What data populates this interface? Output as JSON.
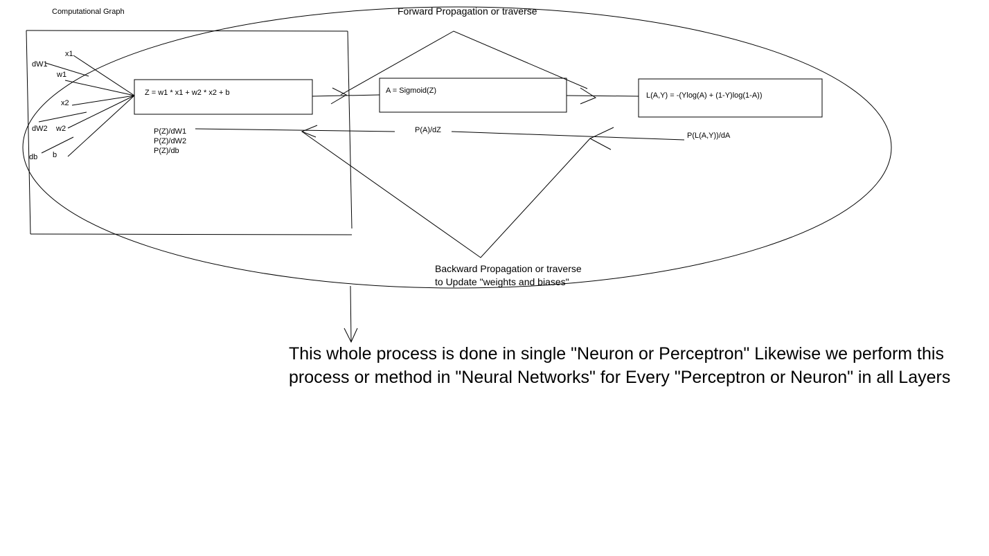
{
  "diagram": {
    "title": "Computational Graph",
    "forward_label": "Forward Propagation or traverse",
    "backward_label_line1": "Backward Propagation or traverse",
    "backward_label_line2": "to Update \"weights and biases\"",
    "inputs": {
      "x1": "x1",
      "dW1": "dW1",
      "w1": "w1",
      "x2": "x2",
      "dW2": "dW2",
      "w2": "w2",
      "db": "db",
      "b": "b"
    },
    "nodes": {
      "z_box": "Z = w1 * x1 + w2 * x2 + b",
      "a_box": "A = Sigmoid(Z)",
      "loss_box": "L(A,Y) = -(Ylog(A) + (1-Y)log(1-A))"
    },
    "gradients": {
      "pz_dw1": "P(Z)/dW1",
      "pz_dw2": "P(Z)/dW2",
      "pz_db": "P(Z)/db",
      "pa_dz": "P(A)/dZ",
      "pl_da": "P(L(A,Y))/dA"
    },
    "summary": "This whole process is done in single \"Neuron or Perceptron\" Likewise we perform this process or method in \"Neural Networks\" for Every \"Perceptron or Neuron\" in all Layers"
  }
}
